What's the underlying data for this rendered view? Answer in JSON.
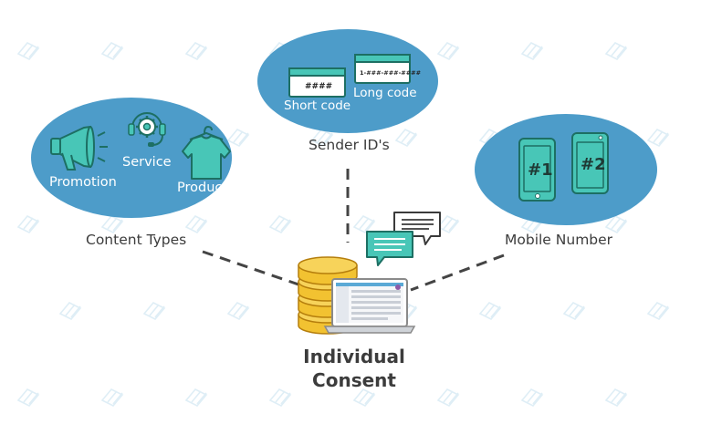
{
  "colors": {
    "ellipse": "#4d9cc9",
    "teal": "#48c6b7",
    "teal_dark": "#1d6f63",
    "gold": "#f2c231",
    "gold_dark": "#d69b12",
    "connector": "#444444",
    "text_dark": "#3c3c3c"
  },
  "clusters": {
    "content_types": {
      "label": "Content Types",
      "items": [
        {
          "label": "Promotion",
          "icon": "megaphone-icon"
        },
        {
          "label": "Service",
          "icon": "support-gear-headset-icon"
        },
        {
          "label": "Product",
          "icon": "shirt-on-hanger-icon"
        }
      ]
    },
    "sender_ids": {
      "label": "Sender ID's",
      "items": [
        {
          "label": "Short code",
          "code_text": "####",
          "icon": "short-code-window-icon"
        },
        {
          "label": "Long code",
          "code_text": "1-###-###-####",
          "icon": "long-code-window-icon"
        }
      ]
    },
    "mobile_number": {
      "label": "Mobile Number",
      "phones": [
        {
          "text": "#1",
          "icon": "phone-1-icon"
        },
        {
          "text": "#2",
          "icon": "phone-2-icon"
        }
      ]
    }
  },
  "center": {
    "line1": "Individual",
    "line2": "Consent",
    "icons": [
      "database-stack-icon",
      "laptop-dashboard-icon",
      "chat-bubbles-icon"
    ]
  }
}
